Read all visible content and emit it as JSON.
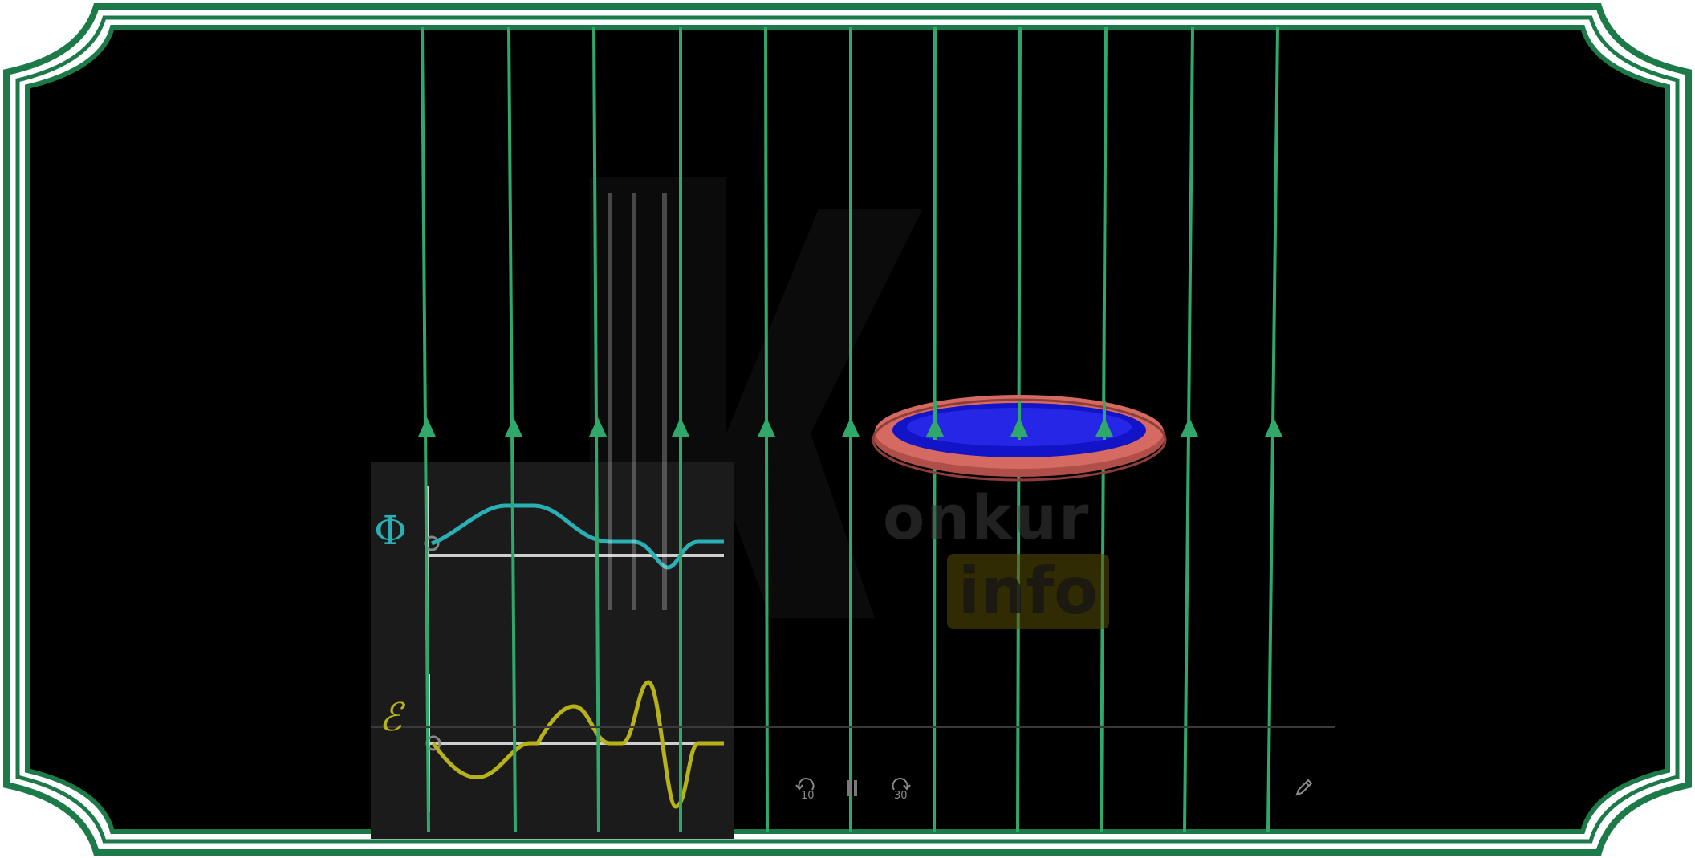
{
  "graph_panel": {
    "flux_label": "Φ",
    "emf_label": "ℰ"
  },
  "watermark": {
    "brand": "onkur",
    "tld": "info"
  },
  "player_controls": {
    "rewind_seconds": "10",
    "forward_seconds": "30"
  },
  "colors": {
    "field_line": "#2fa869",
    "frame_green": "#1c7a48",
    "coil": "#c8625a",
    "coil_interior": "#1a1ad8",
    "flux_curve": "#2ab0b4",
    "emf_curve": "#b8b21a",
    "background": "#000000"
  },
  "icons": {
    "rewind": "rewind-10-icon",
    "pause": "pause-icon",
    "forward": "forward-30-icon",
    "edit": "pencil-icon"
  }
}
